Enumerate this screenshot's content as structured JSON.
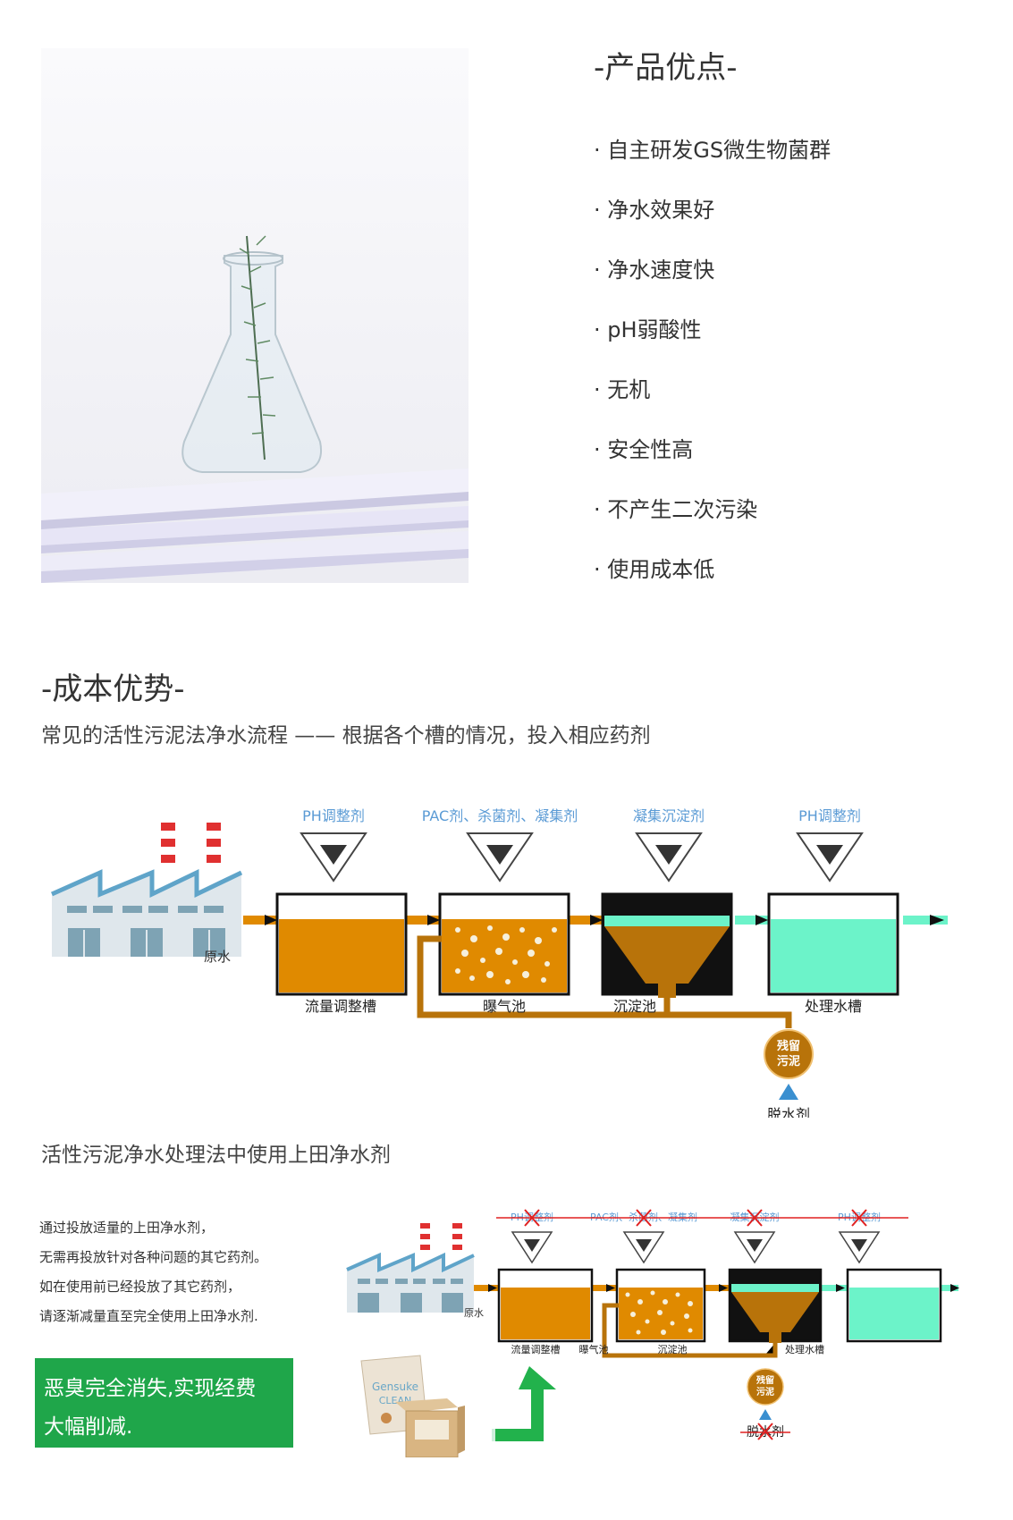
{
  "advantages": {
    "title": "-产品优点-",
    "items": [
      "· 自主研发GS微生物菌群",
      "· 净水效果好",
      "· 净水速度快",
      "· pH弱酸性",
      "· 无机",
      "· 安全性高",
      "· 不产生二次污染",
      "· 使用成本低"
    ]
  },
  "cost": {
    "title": "-成本优势-",
    "subtitle1": "常见的活性污泥法净水流程 —— 根据各个槽的情况，投入相应药剂",
    "subtitle2": "活性污泥净水处理法中使用上田净水剂",
    "description": [
      "通过投放适量的上田净水剂，",
      "无需再投放针对各种问题的其它药剂。",
      "如在使用前已经投放了其它药剂，",
      "请逐渐减量直至完全使用上田净水剂."
    ],
    "highlight": [
      "恶臭完全消失,实现经费",
      "大幅削减."
    ]
  },
  "diagram1": {
    "chemicals": [
      "PH调整剂",
      "PAC剂、杀菌剂、凝集剂",
      "凝集沉淀剂",
      "PH调整剂"
    ],
    "raw_water": "原水",
    "tanks": [
      "流量调整槽",
      "曝气池",
      "沉淀池",
      "处理水槽"
    ],
    "sludge": [
      "残留",
      "污泥"
    ],
    "dewater": "脱水剂"
  },
  "diagram2": {
    "chemicals": [
      "PH调整剂",
      "PAC剂、杀菌剂、凝集剂",
      "凝集沉淀剂",
      "PH调整剂"
    ],
    "raw_water": "原水",
    "tanks": [
      "流量调整槽",
      "曝气池",
      "沉淀池",
      "处理水槽"
    ],
    "sludge": [
      "残留",
      "污泥"
    ],
    "dewater": "脱水剂",
    "product_name": [
      "Gensuke",
      "CLEAN"
    ]
  },
  "colors": {
    "accent_green": "#1fa64a",
    "chemical_blue": "#5b9bd5",
    "sludge_orange": "#e08a00",
    "clear_water": "#6cf3c9",
    "pipe_brown": "#b8730a",
    "cross_red": "#e02020"
  }
}
